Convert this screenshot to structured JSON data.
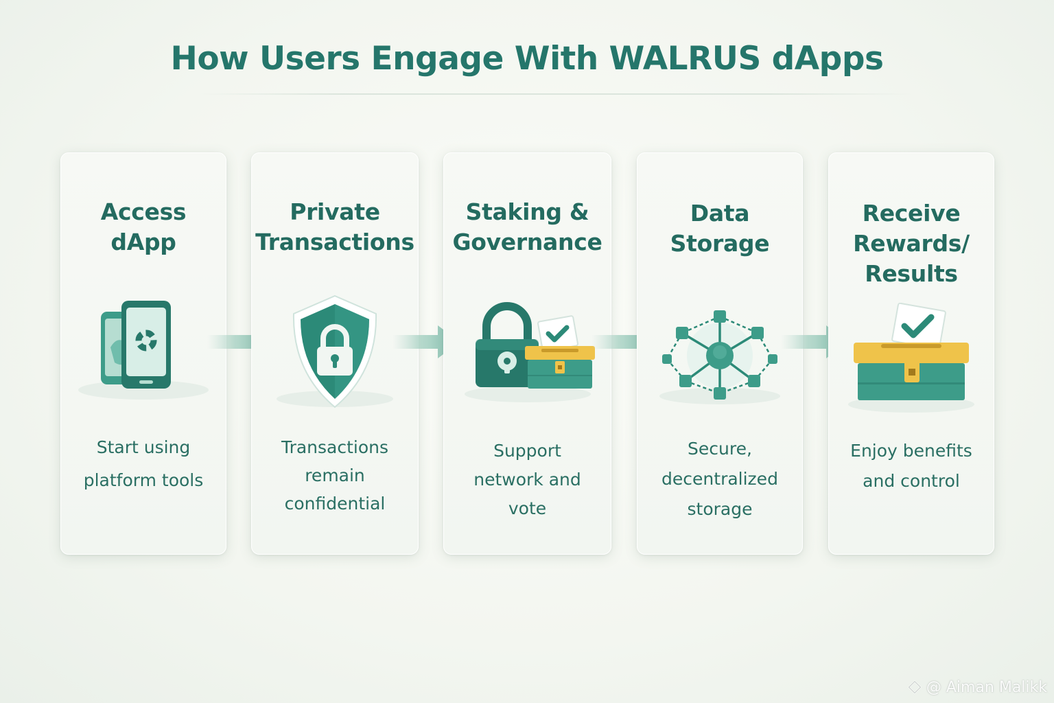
{
  "title": "How Users Engage With WALRUS dApps",
  "colors": {
    "primary_teal": "#25766b",
    "light_teal": "#5fb5a3",
    "gold": "#efc34a",
    "card_bg": "#f5f8f3"
  },
  "steps": [
    {
      "title_lines": [
        "Access",
        "dApp"
      ],
      "icon": "mobile-phones-icon",
      "desc_lines": [
        "Start using",
        "platform tools"
      ]
    },
    {
      "title_lines": [
        "Private",
        "Transactions"
      ],
      "icon": "shield-lock-icon",
      "desc_lines": [
        "Transactions",
        "remain",
        "confidential"
      ]
    },
    {
      "title_lines": [
        "Staking &",
        "Governance"
      ],
      "icon": "padlock-ballot-box-icon",
      "desc_lines": [
        "Support",
        "network and",
        "vote"
      ]
    },
    {
      "title_lines": [
        "Data",
        "Storage"
      ],
      "icon": "network-nodes-icon",
      "desc_lines": [
        "Secure,",
        "decentralized",
        "storage"
      ]
    },
    {
      "title_lines": [
        "Receive",
        "Rewards/",
        "Results"
      ],
      "icon": "ballot-box-check-icon",
      "desc_lines": [
        "Enjoy benefits",
        "and control"
      ]
    }
  ],
  "watermark": "@ Aiman Malikk"
}
